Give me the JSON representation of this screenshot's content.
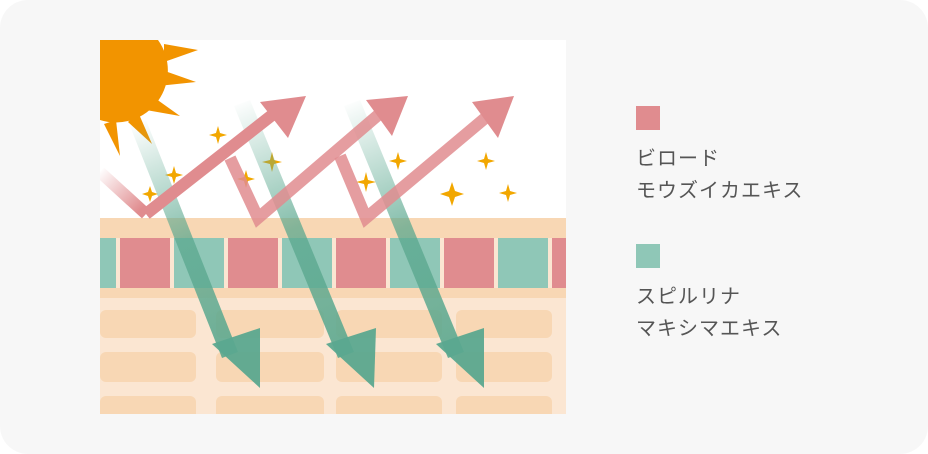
{
  "colors": {
    "card_background": "#f7f7f7",
    "sun": "#f29400",
    "sparkle": "#f2a700",
    "pink": "#e08c8f",
    "teal": "#8fc7b7",
    "teal_arrow": "#5ba88f",
    "skin": "#f8d7b4",
    "skin_light": "#fbe6d2",
    "label_text": "#555555"
  },
  "legend": [
    {
      "color": "#e08c8f",
      "line1": "ビロード",
      "line2": "モウズイカエキス"
    },
    {
      "color": "#8fc7b7",
      "line1": "スピルリナ",
      "line2": "マキシマエキス"
    }
  ]
}
